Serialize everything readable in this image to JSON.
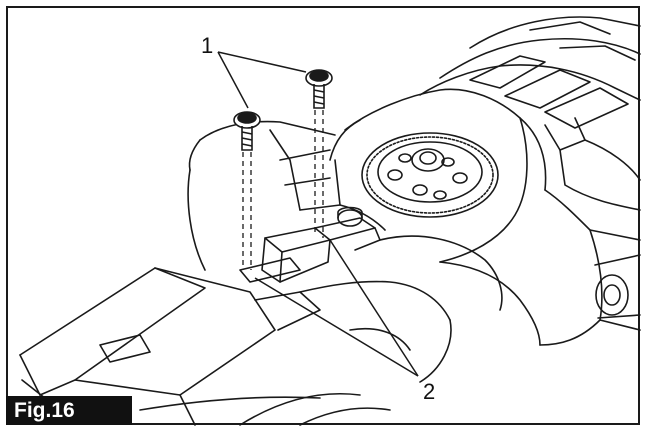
{
  "figure": {
    "label": "Fig.16",
    "callouts": [
      {
        "id": "1",
        "text": "1"
      },
      {
        "id": "2",
        "text": "2"
      }
    ]
  },
  "colors": {
    "line": "#1a1a1a",
    "label_background": "#111111",
    "label_text": "#ffffff",
    "background": "#ffffff"
  }
}
